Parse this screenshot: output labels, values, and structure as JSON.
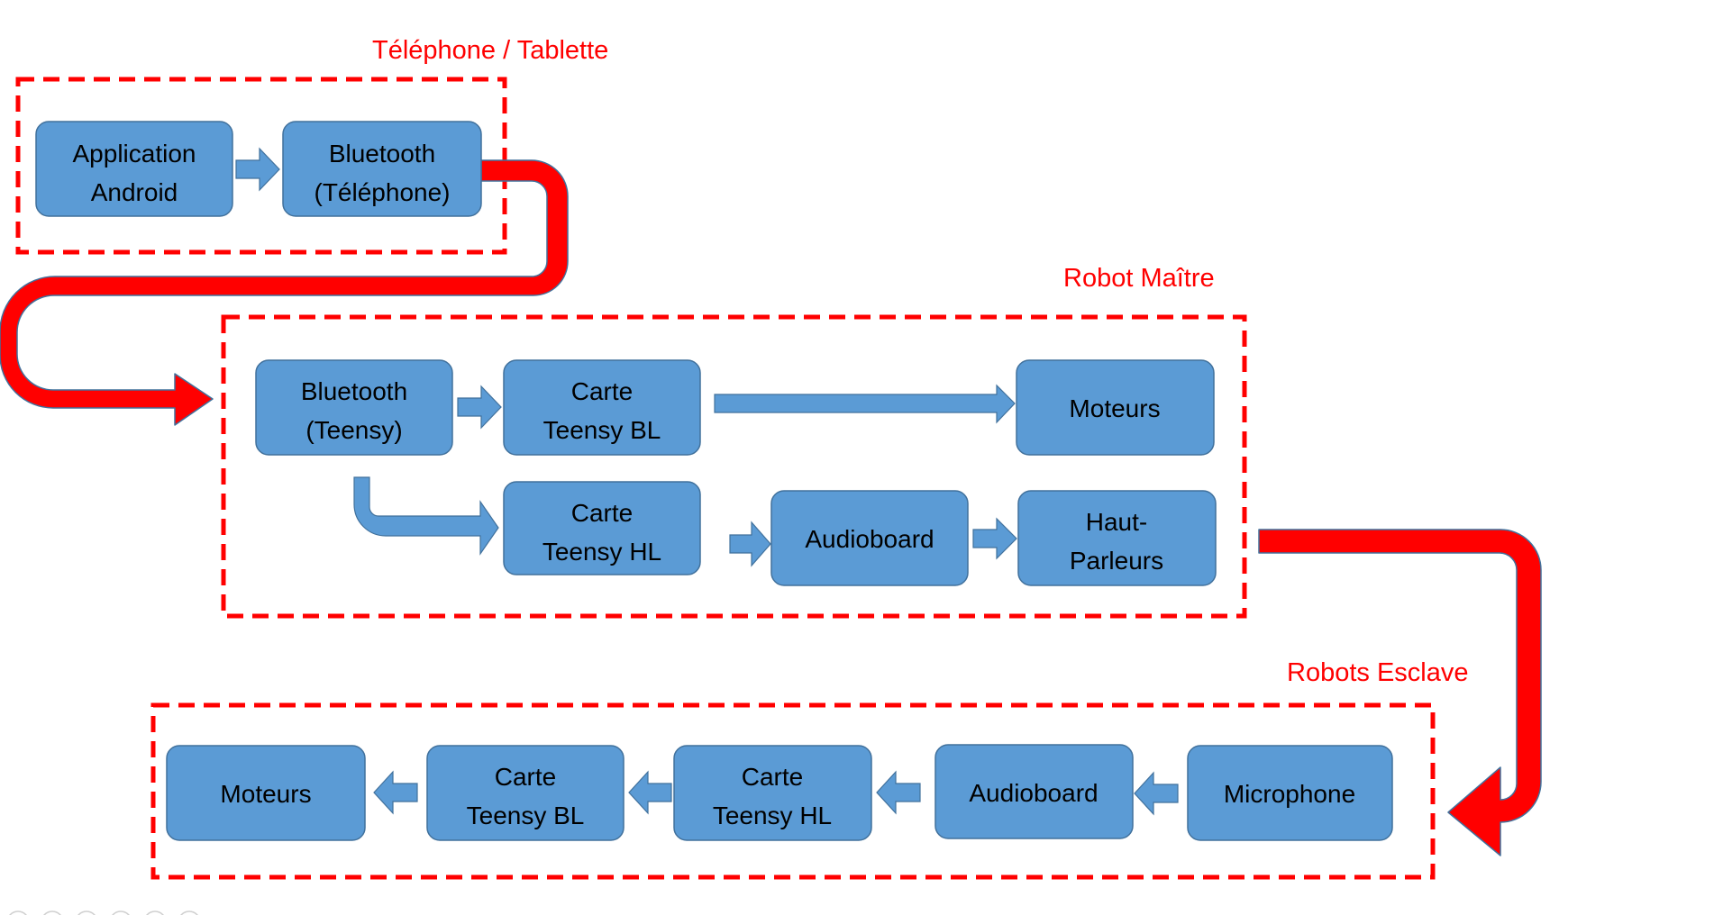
{
  "diagram": {
    "colors": {
      "box_fill": "#5b9bd5",
      "box_border": "#41719c",
      "group_border": "#ff0000",
      "group_label": "#ff0000",
      "flow_arrow": "#ff0000"
    },
    "groups": [
      {
        "id": "telephone",
        "label": "Téléphone / Tablette",
        "nodes": [
          {
            "id": "app-android",
            "lines": [
              "Application",
              "Android"
            ]
          },
          {
            "id": "bt-telephone",
            "lines": [
              "Bluetooth",
              "(Téléphone)"
            ]
          }
        ]
      },
      {
        "id": "robot-maitre",
        "label": "Robot Maître",
        "nodes": [
          {
            "id": "bt-teensy",
            "lines": [
              "Bluetooth",
              "(Teensy)"
            ]
          },
          {
            "id": "m-carte-bl",
            "lines": [
              "Carte",
              "Teensy BL"
            ]
          },
          {
            "id": "m-moteurs",
            "lines": [
              "Moteurs"
            ]
          },
          {
            "id": "m-carte-hl",
            "lines": [
              "Carte",
              "Teensy HL"
            ]
          },
          {
            "id": "m-audioboard",
            "lines": [
              "Audioboard"
            ]
          },
          {
            "id": "m-haut-parleurs",
            "lines": [
              "Haut-",
              "Parleurs"
            ]
          }
        ]
      },
      {
        "id": "robots-esclave",
        "label": "Robots Esclave",
        "nodes": [
          {
            "id": "s-moteurs",
            "lines": [
              "Moteurs"
            ]
          },
          {
            "id": "s-carte-bl",
            "lines": [
              "Carte",
              "Teensy BL"
            ]
          },
          {
            "id": "s-carte-hl",
            "lines": [
              "Carte",
              "Teensy HL"
            ]
          },
          {
            "id": "s-audioboard",
            "lines": [
              "Audioboard"
            ]
          },
          {
            "id": "s-microphone",
            "lines": [
              "Microphone"
            ]
          }
        ]
      }
    ],
    "edges": [
      {
        "from": "app-android",
        "to": "bt-telephone"
      },
      {
        "from": "bt-telephone",
        "to": "bt-teensy",
        "style": "red-connector"
      },
      {
        "from": "bt-teensy",
        "to": "m-carte-bl"
      },
      {
        "from": "m-carte-bl",
        "to": "m-moteurs"
      },
      {
        "from": "bt-teensy",
        "to": "m-carte-hl"
      },
      {
        "from": "m-carte-hl",
        "to": "m-audioboard"
      },
      {
        "from": "m-audioboard",
        "to": "m-haut-parleurs"
      },
      {
        "from": "m-haut-parleurs",
        "to": "s-microphone",
        "style": "red-connector"
      },
      {
        "from": "s-microphone",
        "to": "s-audioboard"
      },
      {
        "from": "s-audioboard",
        "to": "s-carte-hl"
      },
      {
        "from": "s-carte-hl",
        "to": "s-carte-bl"
      },
      {
        "from": "s-carte-bl",
        "to": "s-moteurs"
      }
    ],
    "nav_dots": 6
  }
}
